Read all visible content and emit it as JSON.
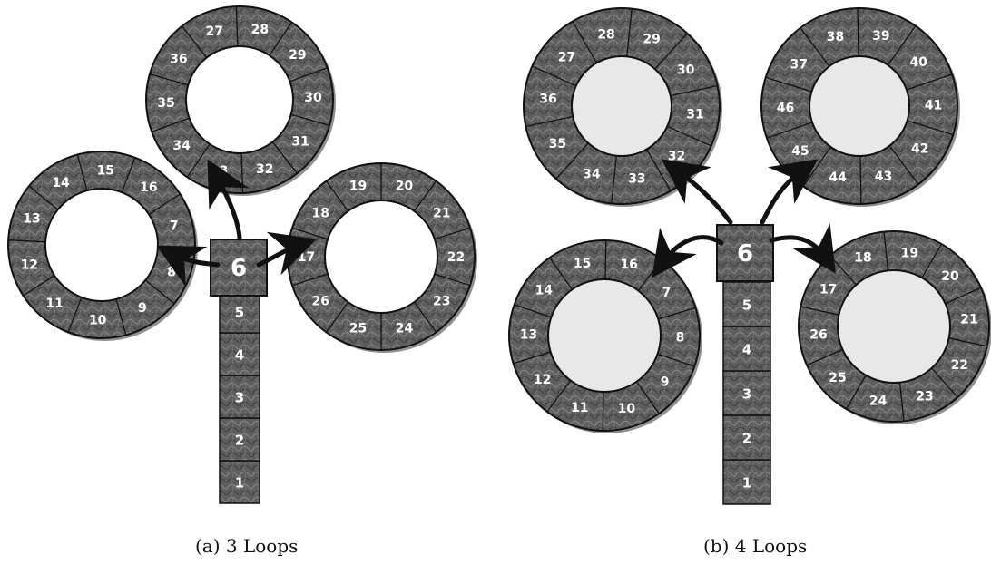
{
  "colors": {
    "tile_fill": "#5e5e5e",
    "tile_stroke": "#111111",
    "label": "#ffffff",
    "arrow": "#111111",
    "hole_a": "#ffffff",
    "hole_b": "#e8e8e8"
  },
  "panels": [
    {
      "caption": "(a) 3 Loops",
      "stem": [
        "1",
        "2",
        "3",
        "4",
        "5"
      ],
      "hub": "6",
      "loops": [
        {
          "name": "left",
          "labels": [
            "7",
            "8",
            "9",
            "10",
            "11",
            "12",
            "13",
            "14",
            "15",
            "16"
          ]
        },
        {
          "name": "right",
          "labels": [
            "17",
            "18",
            "19",
            "20",
            "21",
            "22",
            "23",
            "24",
            "25",
            "26"
          ]
        },
        {
          "name": "top",
          "labels": [
            "27",
            "28",
            "29",
            "30",
            "31",
            "32",
            "33",
            "34",
            "35",
            "36"
          ]
        }
      ]
    },
    {
      "caption": "(b) 4 Loops",
      "stem": [
        "1",
        "2",
        "3",
        "4",
        "5"
      ],
      "hub": "6",
      "loops": [
        {
          "name": "left",
          "labels": [
            "7",
            "8",
            "9",
            "10",
            "11",
            "12",
            "13",
            "14",
            "15",
            "16"
          ]
        },
        {
          "name": "right",
          "labels": [
            "17",
            "18",
            "19",
            "20",
            "21",
            "22",
            "23",
            "24",
            "25",
            "26"
          ]
        },
        {
          "name": "top-left",
          "labels": [
            "27",
            "28",
            "29",
            "30",
            "31",
            "32",
            "33",
            "34",
            "35",
            "36"
          ]
        },
        {
          "name": "top-right",
          "labels": [
            "37",
            "38",
            "39",
            "40",
            "41",
            "42",
            "43",
            "44",
            "45",
            "46"
          ]
        }
      ]
    }
  ]
}
